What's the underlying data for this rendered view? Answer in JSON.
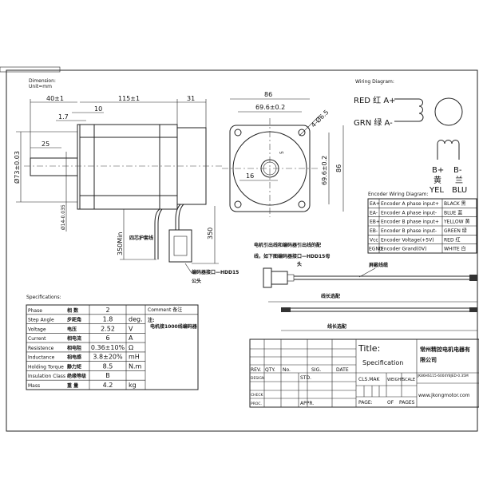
{
  "dimension_note": {
    "line1": "Dimension:",
    "line2": "Unit=mm"
  },
  "side_view": {
    "d_40": "40±1",
    "d_115": "115±1",
    "d_31": "31",
    "d_10": "10",
    "d_17": "1.7",
    "d_25": "25",
    "d_73": "Ø73±0.03",
    "d_14": "Ø14-0.035",
    "d_350min": "350Min",
    "d_350": "350",
    "cable_label": "四芯护套线",
    "conn_label": "编码器接口—HDD15",
    "conn_sub": "公头"
  },
  "front_view": {
    "d_86_top": "86",
    "d_696_top": "69.6±0.2",
    "d_holes": "4-Ø6.5",
    "d_5": "5",
    "d_16": "16",
    "d_696_side": "69.6±0.2",
    "d_86_side": "86"
  },
  "wiring": {
    "title": "Wiring Diagram:",
    "a_plus": "RED 红 A+",
    "a_minus": "GRN 绿 A-",
    "b_plus": "B+",
    "b_minus": "B-",
    "b_plus_cn": "黄",
    "b_minus_cn": "兰",
    "b_plus_color": "YEL",
    "b_minus_color": "BLU"
  },
  "encoder": {
    "title": "Encoder Wiring Diagram:",
    "rows": [
      [
        "EA+",
        "Encoder A phase input+",
        "BLACK 黑"
      ],
      [
        "EA-",
        "Encoder A phase input-",
        "BLUE 蓝"
      ],
      [
        "EB+",
        "Encoder B phase input+",
        "YELLOW 黄"
      ],
      [
        "EB-",
        "Encoder B phase input-",
        "GREEN 绿"
      ],
      [
        "Vcc",
        "Encoder Voltage(+5V)",
        "RED 红"
      ],
      [
        "EGND",
        "Encoder Grand(0V)",
        "WHITE 白"
      ]
    ]
  },
  "cable": {
    "note1": "电机引出线和编码器引出线的配",
    "note2": "线，如下图编码器接口—HDD15母",
    "head": "头",
    "shield": "屏蔽线缆",
    "len1": "线长选配",
    "len2": "线长选配"
  },
  "specs": {
    "title": "Specifications:",
    "comment": "Comment 备注",
    "note1": "注:",
    "note2": "电机接1000线编码器",
    "rows": [
      [
        "Phase",
        "相  数",
        "2",
        ""
      ],
      [
        "Step Angle",
        "步距角",
        "1.8",
        "deg."
      ],
      [
        "Voltage",
        "电压",
        "2.52",
        "V"
      ],
      [
        "Current",
        "相电流",
        "6",
        "A"
      ],
      [
        "Resistence",
        "相电阻",
        "0.36±10%",
        "Ω"
      ],
      [
        "Inductance",
        "相电感",
        "3.8±20%",
        "mH"
      ],
      [
        "Holding Torque",
        "静力矩",
        "8.5",
        "N.m"
      ],
      [
        "Insulation Class",
        "绝缘等级",
        "B",
        ""
      ],
      [
        "Mass",
        "重  量",
        "4.2",
        "kg"
      ]
    ]
  },
  "title_block": {
    "rev": "REV.",
    "qty": "QTY.",
    "no": "No.",
    "sig": "SIG.",
    "date": "DATE",
    "design": "DESIGN",
    "std": "STD.",
    "check": "CHECK",
    "proc": "PROC.",
    "appr": "APPR.",
    "title": "Title:",
    "title_value": "Specification",
    "cls": "CLS.MAK",
    "weight": "WEIGHT",
    "scale": "SCALE",
    "page": "PAGE:",
    "of": "OF",
    "pages": "PAGES",
    "company1": "常州精控电机电器有",
    "company2": "限公司",
    "model": "JK86HS115-6004Y8JED-0.35M",
    "website": "www.jkongmotor.com"
  }
}
